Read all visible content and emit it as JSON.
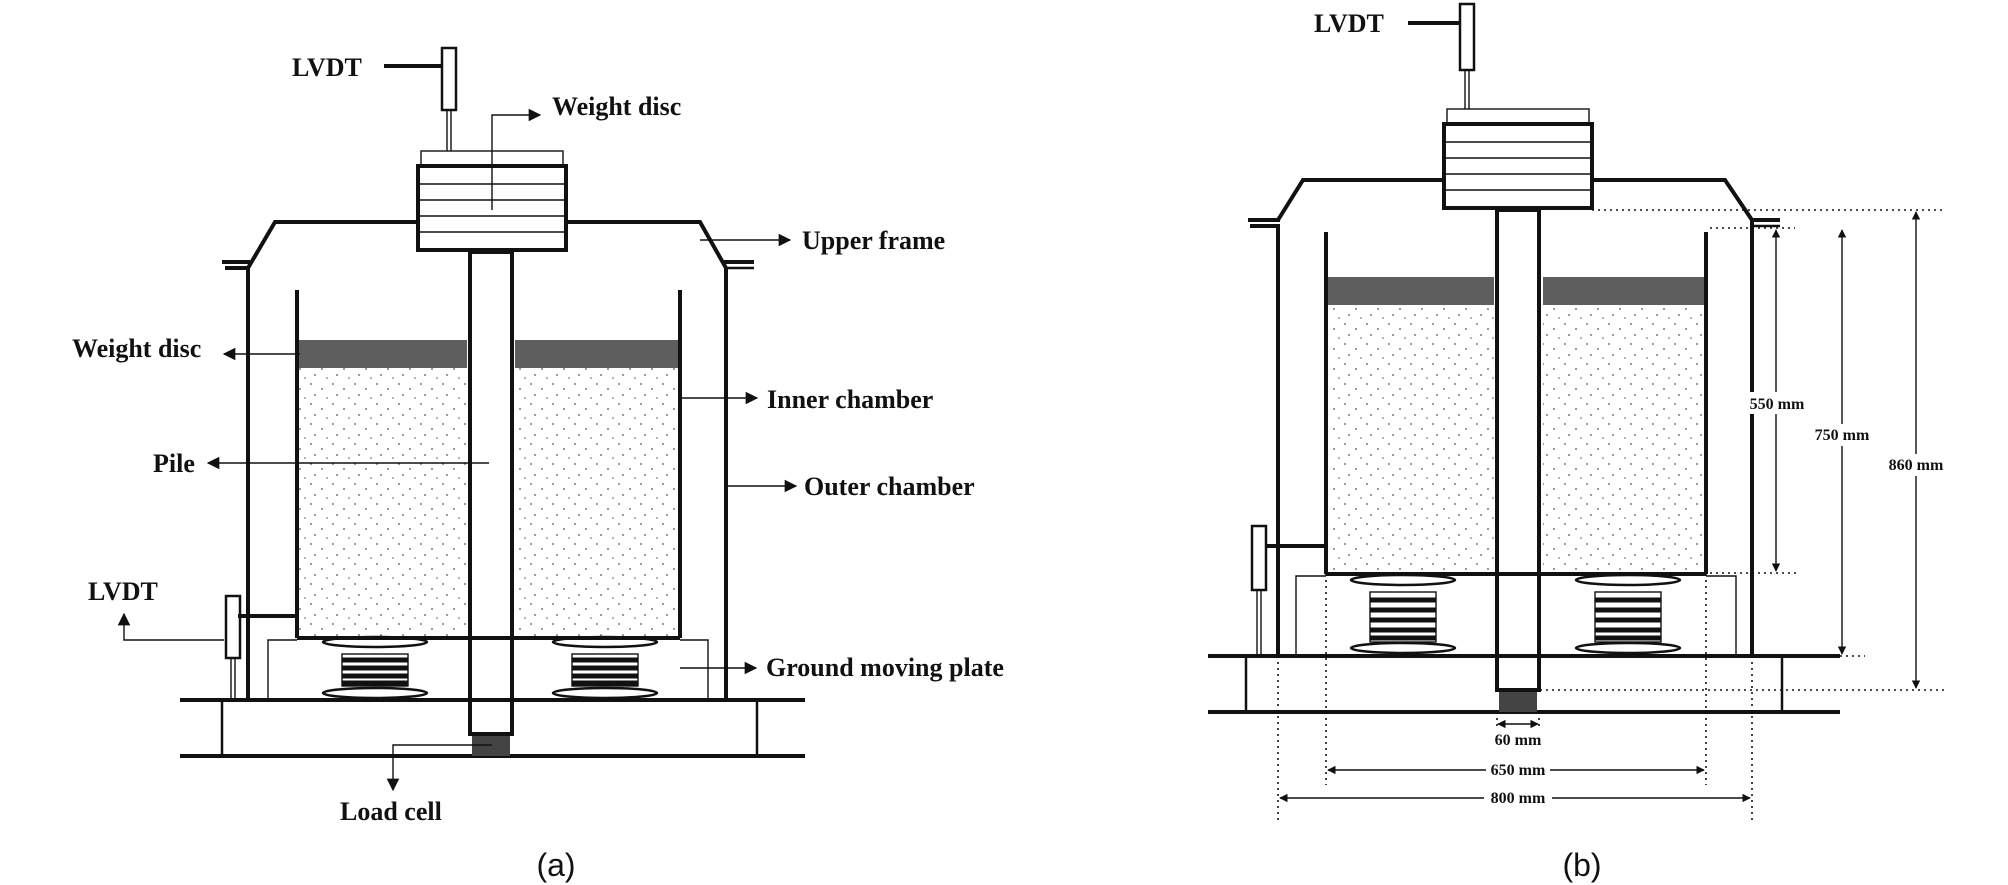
{
  "panel_a": {
    "caption": "(a)",
    "labels": {
      "lvdt_top": "LVDT",
      "weight_disc_top": "Weight disc",
      "upper_frame": "Upper frame",
      "weight_disc_left": "Weight disc",
      "inner_chamber": "Inner chamber",
      "pile": "Pile",
      "outer_chamber": "Outer chamber",
      "lvdt_bottom": "LVDT",
      "ground_moving_plate": "Ground moving plate",
      "load_cell": "Load cell"
    }
  },
  "panel_b": {
    "caption": "(b)",
    "labels": {
      "lvdt_top": "LVDT"
    },
    "dimensions": {
      "soil_height": "550 mm",
      "inner_chamber_height": "750 mm",
      "outer_chamber_height": "860 mm",
      "pile_diameter": "60 mm",
      "inner_chamber_width": "650 mm",
      "outer_chamber_width": "800 mm"
    }
  },
  "colors": {
    "line": "#111111",
    "weight_disc": "#5e5e5e",
    "background": "#ffffff"
  }
}
